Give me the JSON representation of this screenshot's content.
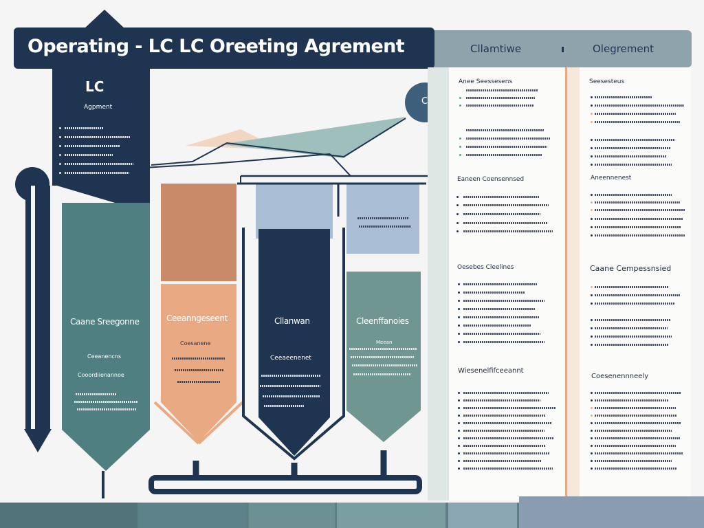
{
  "header": {
    "title": "Operating - LC LC Oreeting Agrement",
    "tab_left": "Cllamtiwe",
    "tab_right": "Olegrement"
  },
  "sidebar_card": {
    "title": "LC",
    "subtitle": "Agpment"
  },
  "circle_label": "C",
  "columns": [
    {
      "label": "Caane Sreegonne",
      "sub1": "Ceeanencns",
      "sub2": "Cooordiienannoe"
    },
    {
      "label": "Ceeanngeseent",
      "sub1": "Coesanene"
    },
    {
      "label": "Cllanwan",
      "sub1": "Ceeaeenenet"
    },
    {
      "label": "Cleenffanoies",
      "sub1": "Meean"
    }
  ],
  "right_doc": {
    "col1_sections": [
      "Anee Seessesens",
      "Eaneen Coensennsed",
      "Oesebes Cleelines",
      "Wiesenelfifceeannt"
    ],
    "col2_sections": [
      "Seesesteus",
      "Aneennenest",
      "Caane Cempessnsied",
      "Coesenennneely"
    ]
  },
  "colors": {
    "navy": "#1f3451",
    "teal": "#4f7f80",
    "peach": "#e9a983",
    "peach_dark": "#c98a6a",
    "slate_blue": "#a9bdd4",
    "sage": "#6f9690",
    "header_tab": "#8ea3ac",
    "footer": "#5e7f86"
  }
}
